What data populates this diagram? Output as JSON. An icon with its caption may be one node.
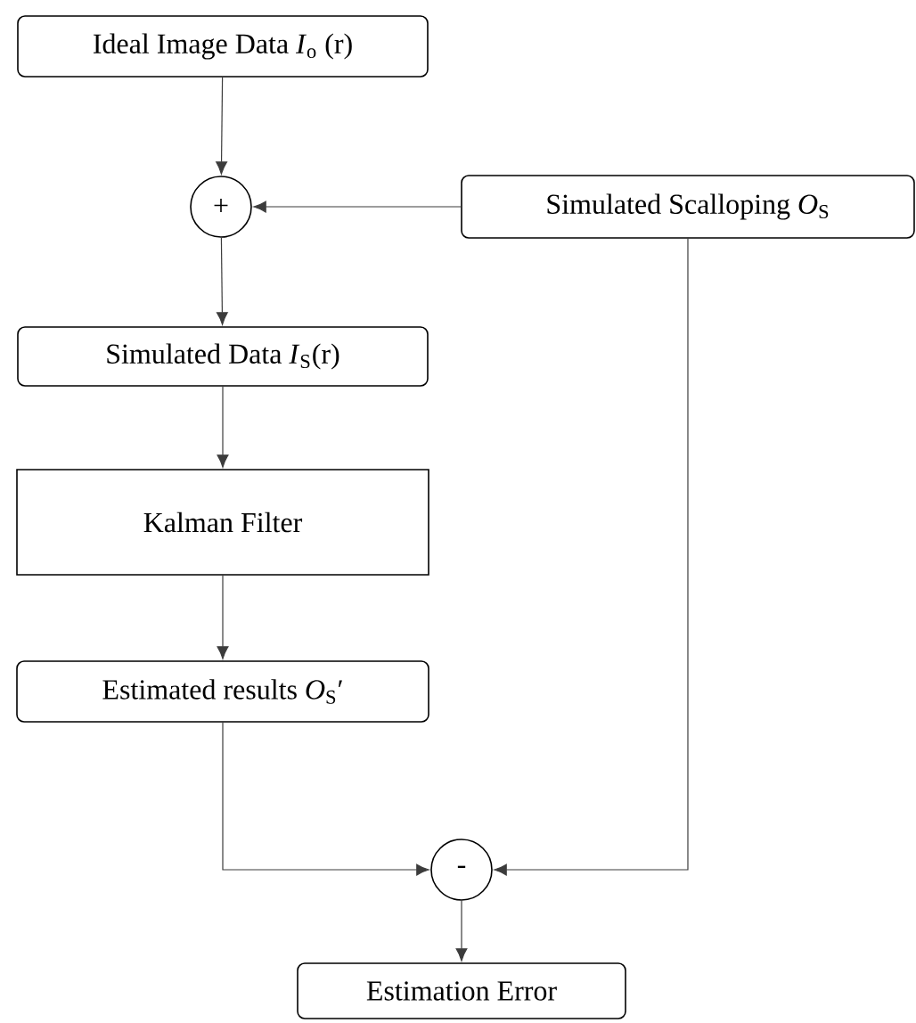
{
  "diagram": {
    "nodes": [
      {
        "text": [
          "Ideal Image Data *I*$_{o}$ (r)"
        ]
      },
      {
        "text": [
          "+"
        ]
      },
      {
        "text": [
          "Simulated Scalloping *O*$_{S}$"
        ]
      },
      {
        "text": [
          "Simulated Data *I*$_{S}$(r)"
        ]
      },
      {
        "text": [
          "Kalman Filter"
        ]
      },
      {
        "text": [
          "Estimated results *O*$_{S}$′"
        ]
      },
      {
        "text": [
          "-"
        ]
      },
      {
        "text": [
          "Estimation Error"
        ]
      }
    ],
    "edges": [
      {
        "from": 0,
        "to": 1,
        "arrow": "to"
      },
      {
        "from": 2,
        "to": 1,
        "arrow": "to"
      },
      {
        "from": 1,
        "to": 3,
        "arrow": "to"
      },
      {
        "from": 3,
        "to": 4,
        "arrow": "to"
      },
      {
        "from": 4,
        "to": 5,
        "arrow": "to"
      },
      {
        "from": 5,
        "to": 6,
        "arrow": "to"
      },
      {
        "from": 2,
        "to": 6,
        "arrow": "to"
      },
      {
        "from": 6,
        "to": 7,
        "arrow": "to"
      }
    ]
  }
}
